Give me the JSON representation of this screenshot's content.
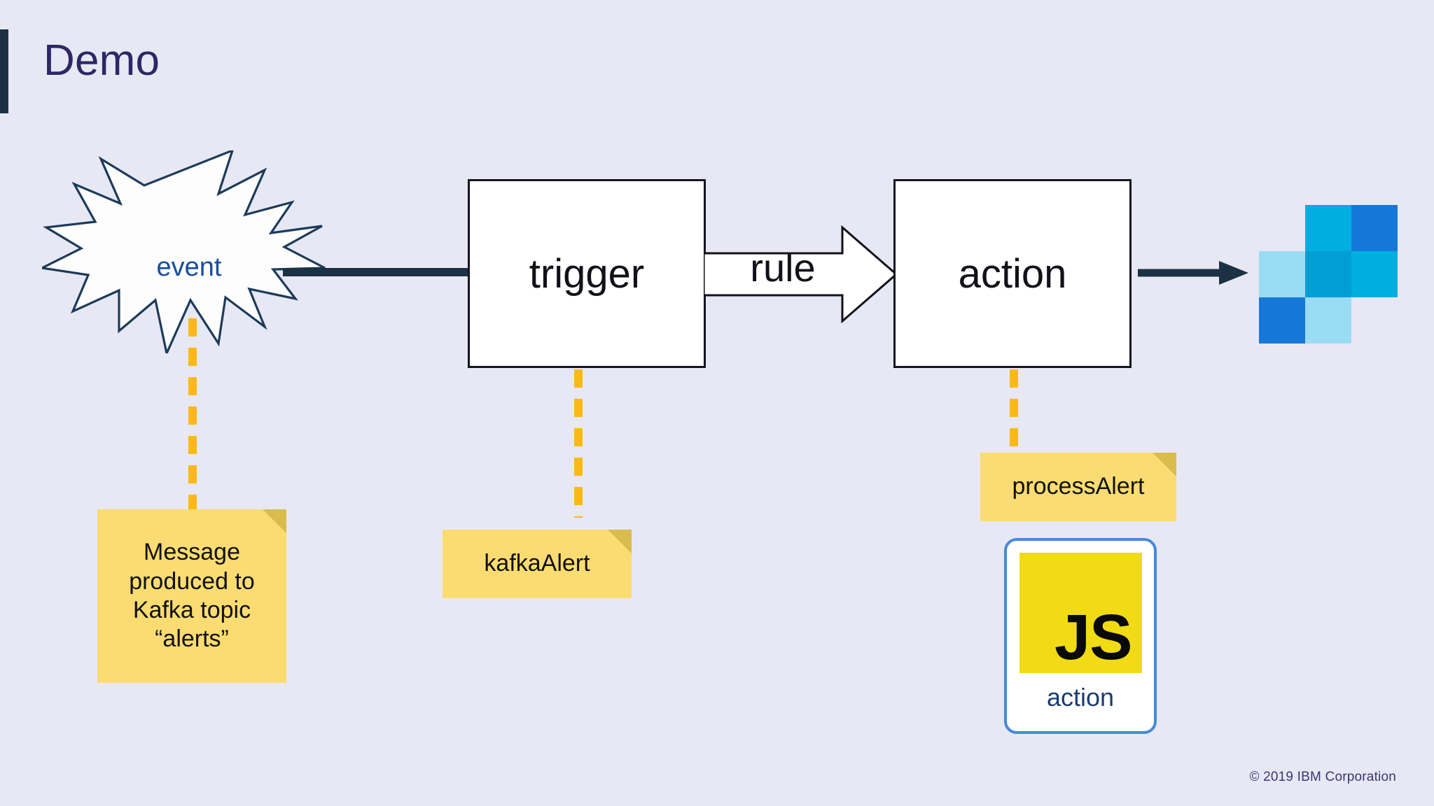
{
  "slide": {
    "title": "Demo",
    "accent_color": "#1C3144",
    "background_color": "#E8E8F5",
    "title_color": "#2C2866"
  },
  "diagram": {
    "event": {
      "label": "event",
      "shape": "starburst",
      "text_color": "#1A4C9B",
      "outline_color": "#1C3B5A",
      "fill_color": "#FFFFFF"
    },
    "trigger": {
      "label": "trigger",
      "shape": "rectangle",
      "fill_color": "#FFFFFF",
      "border_color": "#151520"
    },
    "rule": {
      "label": "rule",
      "shape": "block-arrow",
      "fill_color": "#FFFFFF",
      "border_color": "#111118"
    },
    "action": {
      "label": "action",
      "shape": "rectangle",
      "fill_color": "#FFFFFF",
      "border_color": "#151520"
    },
    "connector_color": "#1C3144",
    "dash_color": "#FAB915"
  },
  "notes": {
    "event_note": "Message produced to Kafka topic “alerts”",
    "trigger_note": "kafkaAlert",
    "action_note": "processAlert",
    "note_color": "#FBDC72",
    "fold_color": "#D9BC4D"
  },
  "js_card": {
    "badge": "JS",
    "caption": "action",
    "badge_color": "#F0DB15",
    "border_color": "#4589D9",
    "caption_color": "#1A3C6E"
  },
  "cloud_logo": {
    "name": "ibm-cloud-functions-logo",
    "cells": [
      {
        "name": "cell-r1c1",
        "color": "transparent"
      },
      {
        "name": "cell-r1c2",
        "color": "#00AFE0"
      },
      {
        "name": "cell-r1c3",
        "color": "#1578D9"
      },
      {
        "name": "cell-r2c1",
        "color": "#9BDCF5"
      },
      {
        "name": "cell-r2c2",
        "color": "#009ED2"
      },
      {
        "name": "cell-r2c3",
        "color": "#00AFE0"
      },
      {
        "name": "cell-r3c1",
        "color": "#1578D9"
      },
      {
        "name": "cell-r3c2",
        "color": "#9BDCF5"
      },
      {
        "name": "cell-r3c3",
        "color": "transparent"
      }
    ]
  },
  "footer": {
    "copyright": "© 2019 IBM Corporation"
  }
}
